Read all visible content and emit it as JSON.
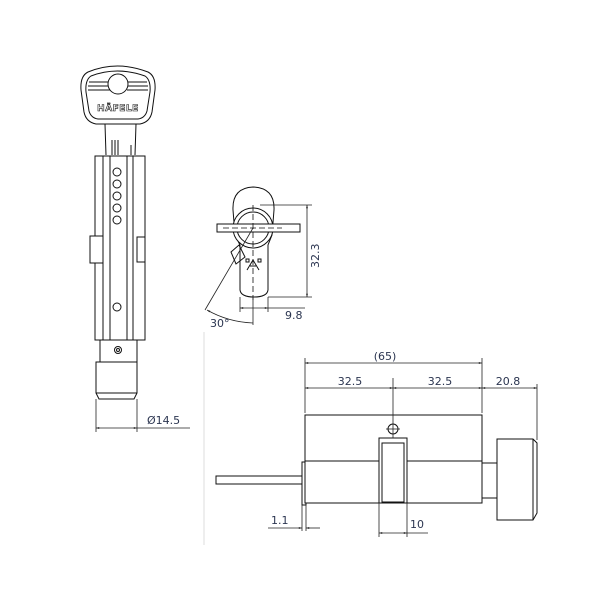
{
  "drawing": {
    "brand_logo": "HÄFELE",
    "front_view": {
      "diameter_label": "Ø14.5"
    },
    "end_view": {
      "height_label": "32.3",
      "width_label": "9.8",
      "angle_label": "30°"
    },
    "side_view": {
      "overall_label": "(65)",
      "left_half_label": "32.5",
      "right_half_label": "32.5",
      "knob_label": "20.8",
      "flange_label": "1.1",
      "cam_label": "10"
    }
  }
}
